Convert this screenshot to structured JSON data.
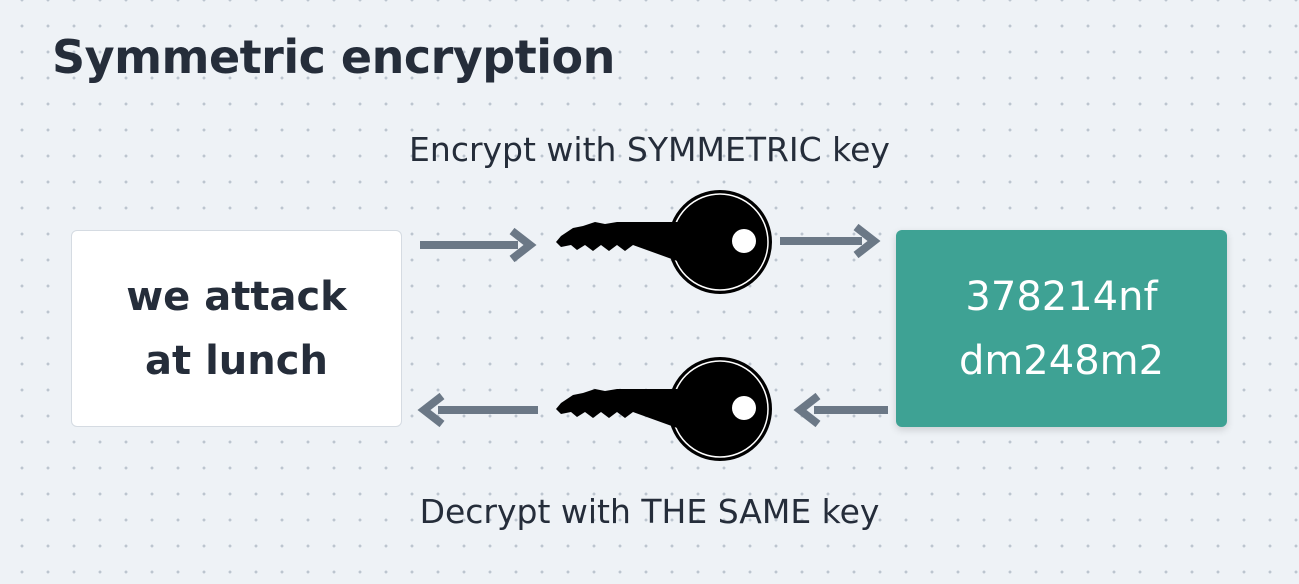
{
  "title": "Symmetric encryption",
  "encrypt_caption": "Encrypt with SYMMETRIC key",
  "decrypt_caption": "Decrypt with THE SAME key",
  "plaintext": "we attack\nat lunch",
  "ciphertext": "378214nf\ndm248m2",
  "colors": {
    "background": "#eef2f6",
    "text": "#252d3a",
    "cipher_box": "#3ea294",
    "plain_box": "#ffffff",
    "arrow": "#6b7886",
    "key": "#000000"
  },
  "icons": [
    "arrow-right-icon",
    "key-icon",
    "arrow-left-icon"
  ]
}
